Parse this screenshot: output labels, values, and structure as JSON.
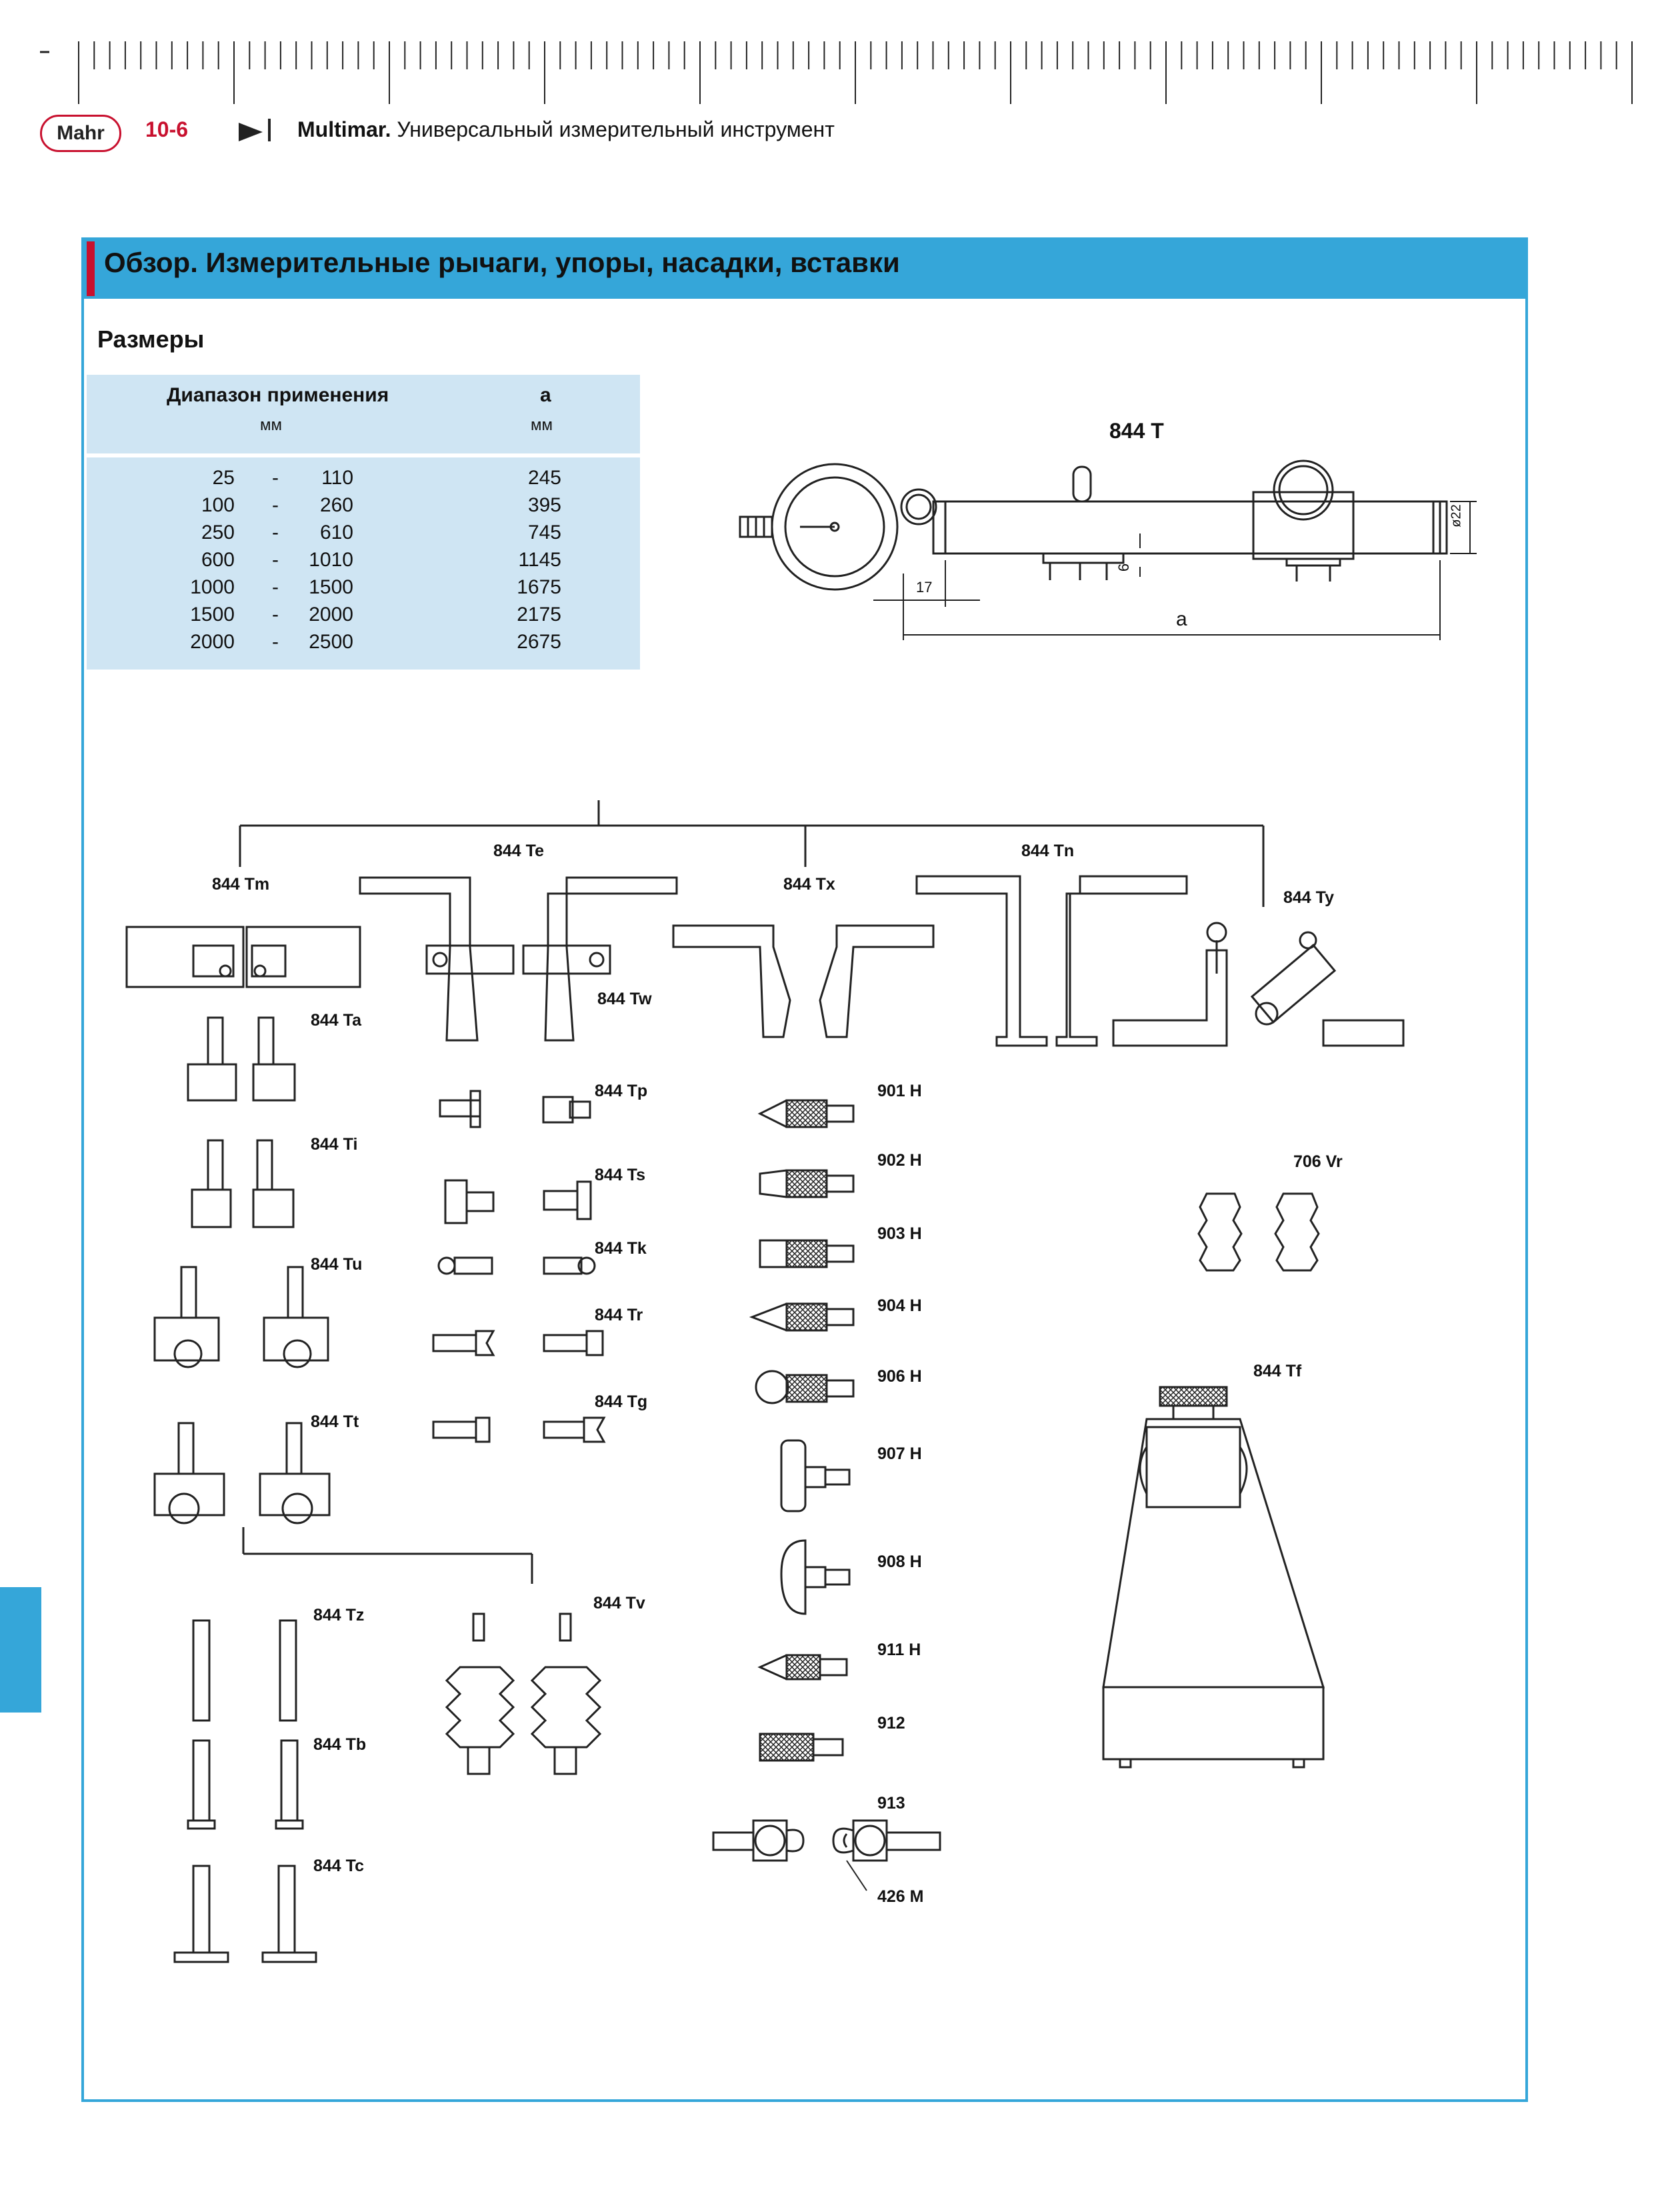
{
  "header": {
    "logo": "Mahr",
    "page_number": "10-6",
    "title_bold": "Multimar.",
    "title_rest": " Универсальный измерительный инструмент"
  },
  "section": {
    "title": "Обзор. Измерительные рычаги, упоры, насадки, вставки",
    "subtitle": "Размеры"
  },
  "table": {
    "col1_header": "Диапазон применения",
    "col1_unit": "мм",
    "col2_header": "a",
    "col2_unit": "мм",
    "rows": [
      {
        "from": "25",
        "dash": "-",
        "to": "110",
        "a": "245"
      },
      {
        "from": "100",
        "dash": "-",
        "to": "260",
        "a": "395"
      },
      {
        "from": "250",
        "dash": "-",
        "to": "610",
        "a": "745"
      },
      {
        "from": "600",
        "dash": "-",
        "to": "1010",
        "a": "1145"
      },
      {
        "from": "1000",
        "dash": "-",
        "to": "1500",
        "a": "1675"
      },
      {
        "from": "1500",
        "dash": "-",
        "to": "2000",
        "a": "2175"
      },
      {
        "from": "2000",
        "dash": "-",
        "to": "2500",
        "a": "2675"
      }
    ]
  },
  "drawing_844T": {
    "label": "844 T",
    "dim_diameter": "ø22",
    "dim_6": "6",
    "dim_17": "17",
    "dim_a": "a"
  },
  "labels": {
    "tm": "844 Tm",
    "te": "844 Te",
    "tx": "844 Tx",
    "tn": "844 Tn",
    "ty": "844 Ty",
    "tw": "844 Tw",
    "ta": "844 Ta",
    "ti": "844 Ti",
    "tu": "844 Tu",
    "tt": "844 Tt",
    "tp": "844 Tp",
    "ts": "844 Ts",
    "tk": "844 Tk",
    "tr": "844 Tr",
    "tg": "844 Tg",
    "h901": "901 H",
    "h902": "902 H",
    "h903": "903 H",
    "h904": "904 H",
    "h906": "906 H",
    "h907": "907 H",
    "h908": "908 H",
    "h911": "911 H",
    "p912": "912",
    "p913": "913",
    "m426": "426 M",
    "vr706": "706 Vr",
    "tf": "844 Tf",
    "tz": "844 Tz",
    "tb": "844 Tb",
    "tc": "844 Tc",
    "tv": "844 Tv"
  }
}
